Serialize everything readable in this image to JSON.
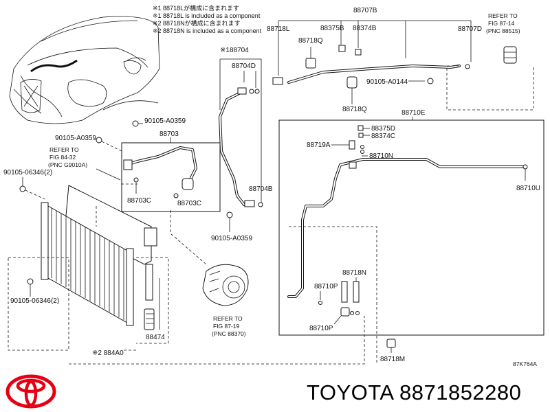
{
  "notes": [
    "※1 88718Lが構成に含まれます",
    "※1 88718L is included as a component",
    "※2 88718Nが構成に含まれます",
    "※2 88718N is included as a component"
  ],
  "labels": {
    "p88707B": "88707B",
    "p88718L": "88718L",
    "p88375B": "88375B",
    "p88374B": "88374B",
    "p88707D": "88707D",
    "p88718Q_top": "88718Q",
    "p88718Q_bottom": "88718Q",
    "p90105A0144": "90105-A0144",
    "p188704": "※188704",
    "p88704D": "88704D",
    "p88704B": "88704B",
    "p90105A0359_a": "90105-A0359",
    "p90105A0359_b": "90105-A0359",
    "p90105A0359_c": "90105-A0359",
    "p88703": "88703",
    "p88703C_a": "88703C",
    "p88703C_b": "88703C",
    "p9010506346_a": "90105-06346(2)",
    "p9010506346_b": "90105-06346(2)",
    "p884A0": "※2 884A0",
    "p88474": "88474",
    "p88710E": "88710E",
    "p88375D": "88375D",
    "p88374C": "88374C",
    "p88719A": "88719A",
    "p88710N": "88710N",
    "p88710U": "88710U",
    "p88718N": "88718N",
    "p88710P_a": "88710P",
    "p88710P_b": "88710P",
    "p88718M": "88718M",
    "diagram_code": "87K764A"
  },
  "refs": {
    "ref_fig_87_14": {
      "line1": "REFER TO",
      "line2": "FIG 87-14",
      "line3": "(PNC 88515)"
    },
    "ref_fig_84_32": {
      "line1": "REFER TO",
      "line2": "FIG 84-32",
      "line3": "(PNC G9010A)"
    },
    "ref_fig_87_19": {
      "line1": "REFER TO",
      "line2": "FIG 87-19",
      "line3": "(PNC 88370)"
    }
  },
  "footer": {
    "brand_text": "TOYOTA 8871852280",
    "logo_icon": "toyota-logo-icon",
    "logo_color": "#e60012"
  }
}
